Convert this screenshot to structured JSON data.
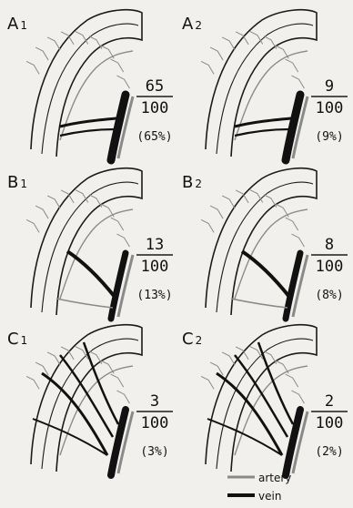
{
  "panels": [
    {
      "id": "A",
      "sub": "1",
      "numerator": "65",
      "denominator": "100",
      "percent": "(65%)"
    },
    {
      "id": "A",
      "sub": "2",
      "numerator": "9",
      "denominator": "100",
      "percent": "(9%)"
    },
    {
      "id": "B",
      "sub": "1",
      "numerator": "13",
      "denominator": "100",
      "percent": "(13%)"
    },
    {
      "id": "B",
      "sub": "2",
      "numerator": "8",
      "denominator": "100",
      "percent": "(8%)"
    },
    {
      "id": "C",
      "sub": "1",
      "numerator": "3",
      "denominator": "100",
      "percent": "(3%)"
    },
    {
      "id": "C",
      "sub": "2",
      "numerator": "2",
      "denominator": "100",
      "percent": "(2%)"
    }
  ],
  "legend": {
    "artery": "artery",
    "vein": "vein"
  },
  "colors": {
    "background": "#f1f0ec",
    "outline": "#1a1a1a",
    "artery": "#8a8a8a",
    "vein": "#111111"
  }
}
